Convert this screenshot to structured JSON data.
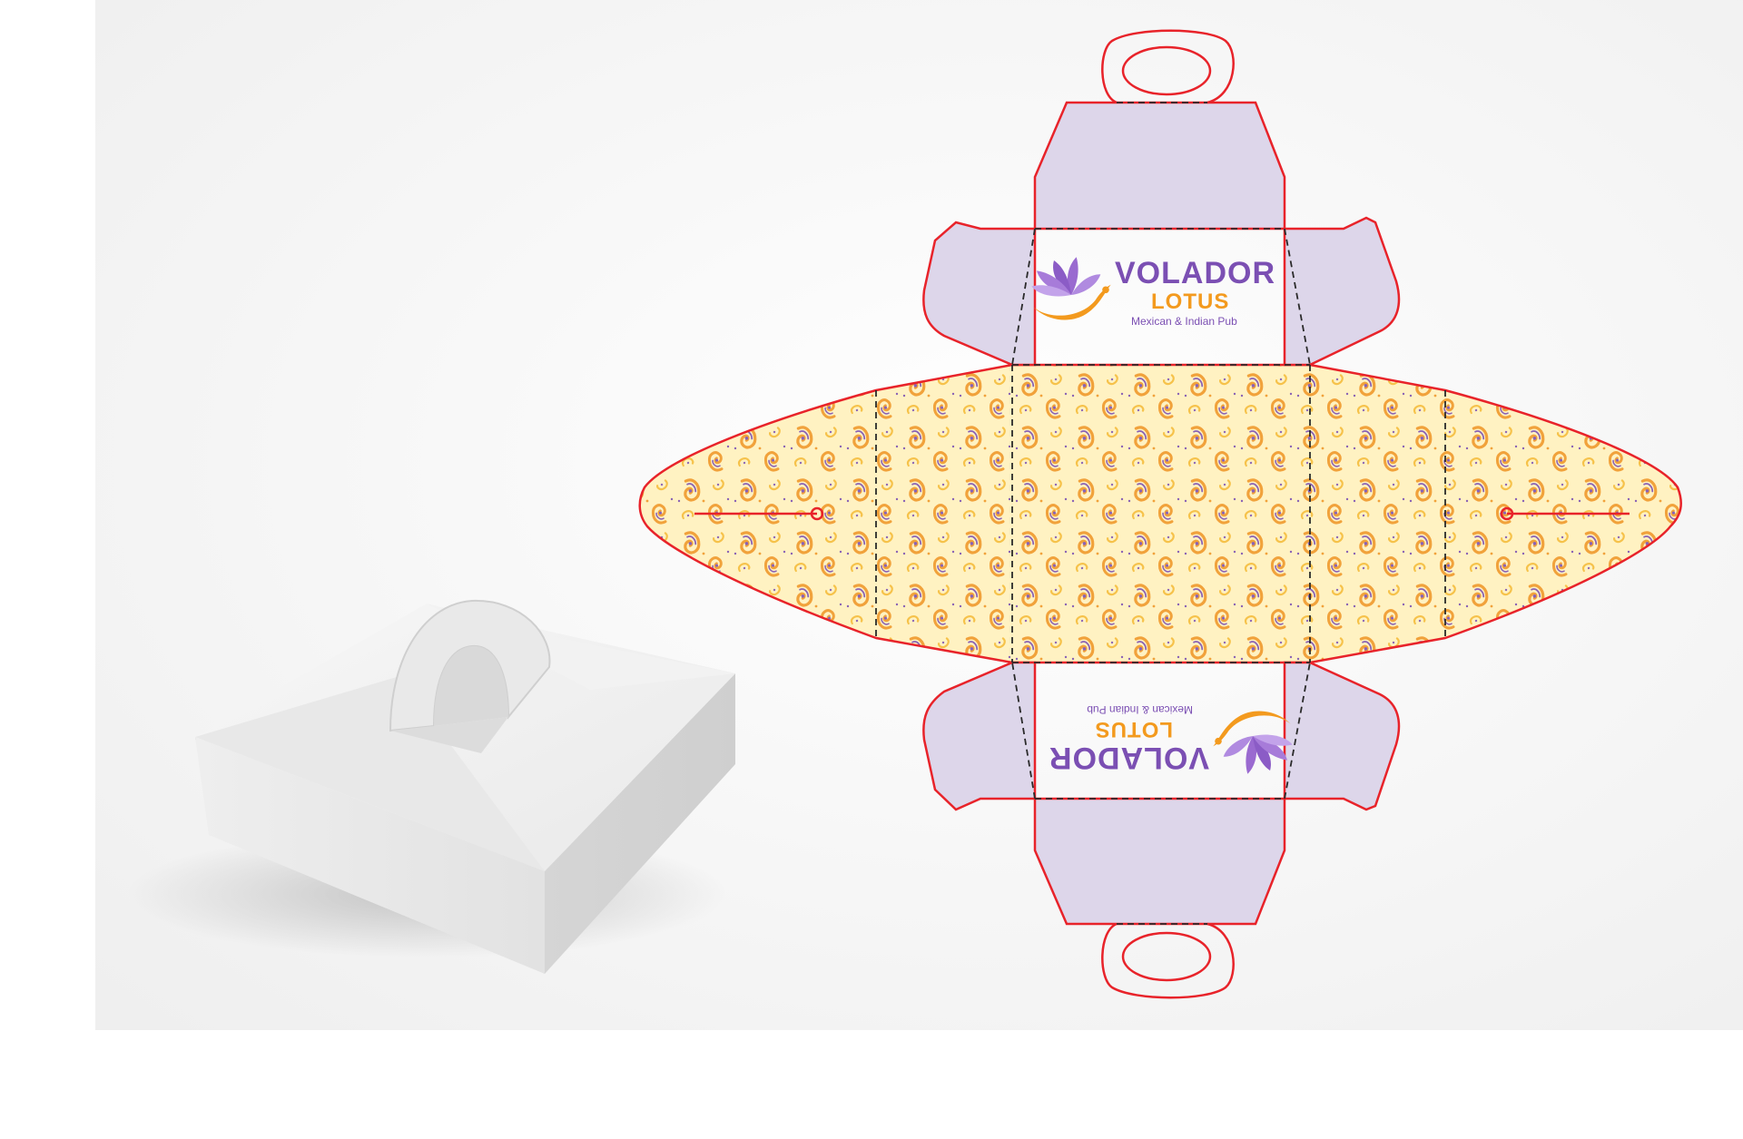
{
  "scene": {
    "backdrop_color": "#f3f3f3",
    "page_color": "#ffffff"
  },
  "box_mockup": {
    "description_icon": "closed-box-with-handle",
    "colors": {
      "top": "#efefef",
      "left_face": "#e6e6e6",
      "front_face": "#d4d4d4",
      "handle": "#e9e9e9",
      "shadow": "#bdbdbd"
    }
  },
  "dieline": {
    "colors": {
      "cut_line": "#e8232a",
      "fold_line": "#2a2a2a",
      "lid_fill": "#ddd6ea",
      "pattern_bg": "#fff2c2",
      "paisley_primary": "#f1a23b",
      "paisley_secondary": "#8a63b5",
      "paisley_accent": "#f6c24a"
    },
    "logos": [
      {
        "name": "VOLADOR",
        "subname": "LOTUS",
        "tagline": "Mexican & Indian Pub",
        "orientation": "upright"
      },
      {
        "name": "VOLADOR",
        "subname": "LOTUS",
        "tagline": "Mexican & Indian Pub",
        "orientation": "rotated-180"
      }
    ],
    "brand_colors": {
      "name": "#7b4fb3",
      "subname": "#f39a1e",
      "tagline": "#7b4fb3",
      "lotus_petals": "#9a6ad0",
      "lotus_swoosh": "#f39a1e"
    }
  }
}
